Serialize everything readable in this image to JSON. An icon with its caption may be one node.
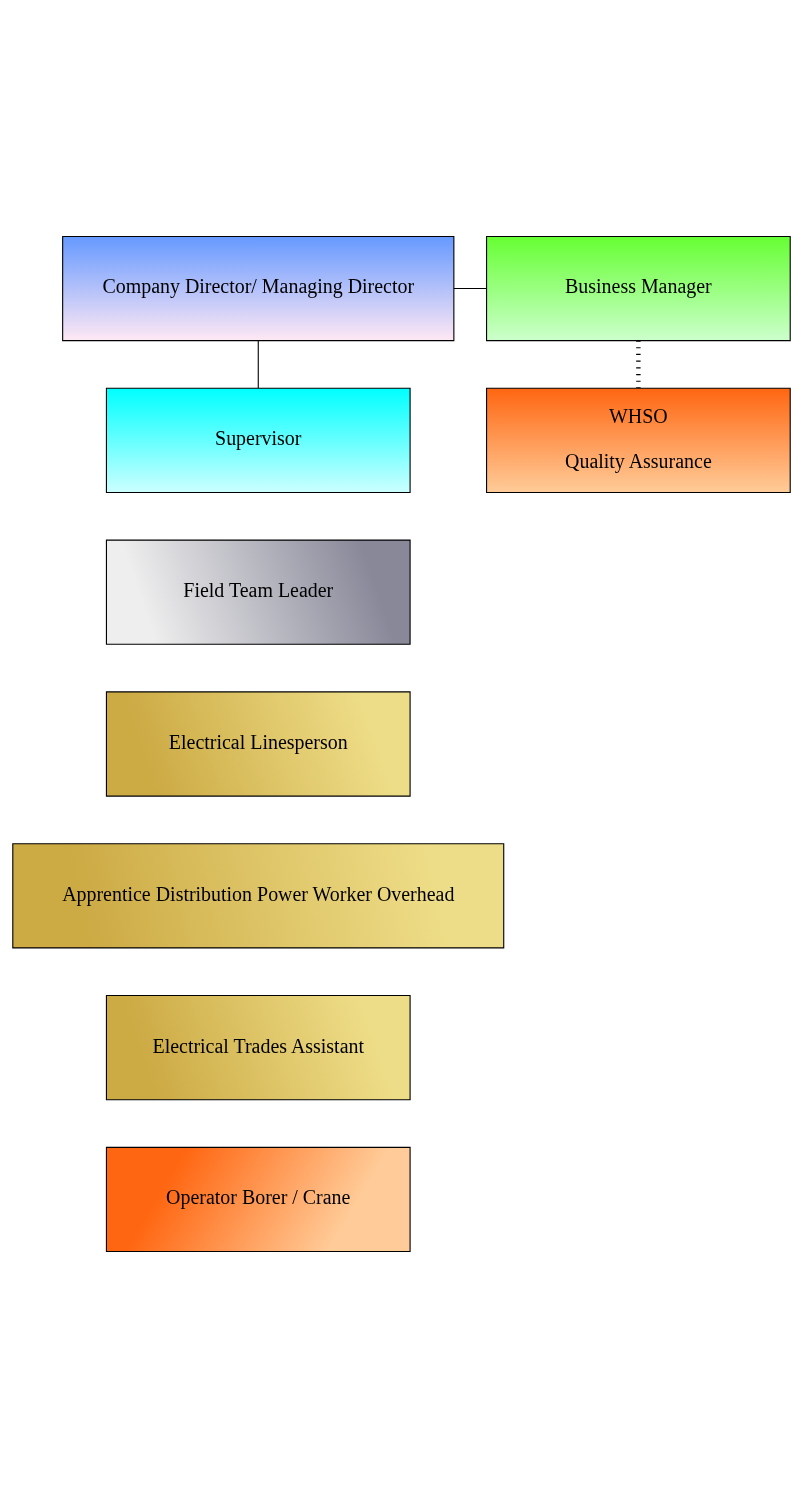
{
  "diagram": {
    "nodes": [
      {
        "text": [
          "Company Director/ Managing Director"
        ]
      },
      {
        "text": [
          "Business Manager"
        ]
      },
      {
        "text": [
          "Supervisor"
        ]
      },
      {
        "text": [
          "WHSO",
          "Quality Assurance"
        ]
      },
      {
        "text": [
          "Field Team Leader"
        ]
      },
      {
        "text": [
          "Electrical Linesperson"
        ]
      },
      {
        "text": [
          "Apprentice Distribution Power Worker Overhead"
        ]
      },
      {
        "text": [
          "Electrical Trades Assistant"
        ]
      },
      {
        "text": [
          "Operator Borer / Crane"
        ]
      }
    ],
    "edges": [
      {
        "from": 0,
        "to": 1,
        "arrow": "none"
      },
      {
        "from": 0,
        "to": 2,
        "arrow": "none"
      },
      {
        "from": 1,
        "to": 3,
        "arrow": "none",
        "style": "dashed"
      }
    ]
  }
}
